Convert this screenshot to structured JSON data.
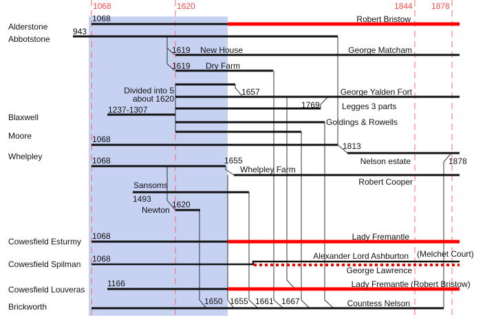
{
  "year_markers": [
    "1068",
    "1620",
    "1844",
    "1878"
  ],
  "rows": {
    "alderstone": "Alderstone",
    "abbotstone": "Abbotstone",
    "blaxwell": "Blaxwell",
    "moore": "Moore",
    "whelpley": "Whelpley",
    "esturmy": "Cowesfield Esturmy",
    "spilman": "Cowesfield Spilman",
    "louveras": "Cowesfield Louveras",
    "brickworth": "Brickworth"
  },
  "labels": {
    "alderstone_start": "1068",
    "robert_bristow": "Robert Bristow",
    "abbotstone_start": "943",
    "new_house_year": "1619",
    "new_house": "New House",
    "george_matcham": "George Matcham",
    "dry_farm_year": "1619",
    "dry_farm": "Dry Farm",
    "divided_1": "Divided into 5",
    "divided_2": "about 1620",
    "blaxwell_years": "1237-1307",
    "y1657": "1657",
    "george_yalden_fort": "George Yalden Fort",
    "y1769": "1769",
    "legges": "Legges 3 parts",
    "goldings": "Goldings & Rowells",
    "moore_start": "1068",
    "y1813": "1813",
    "nelson_estate": "Nelson estate",
    "y1878": "1878",
    "whelpley_start": "1068",
    "y1655_top": "1655",
    "whelpley_farm": "Whelpley Farm",
    "robert_cooper": "Robert Cooper",
    "sansoms": "Sansoms",
    "y1493": "1493",
    "y1620": "1620",
    "newton": "Newton",
    "esturmy_start": "1068",
    "lady_fremantle_1": "Lady Fremantle",
    "alexander": "Alexander Lord Ashburton",
    "melchet": "(Melchet Court)",
    "spilman_start": "1068",
    "george_lawrence": "George Lawrence",
    "louveras_start": "1166",
    "lady_fremantle_2": "Lady Fremantle",
    "robert_bristow_2": "(Robert Bristow)",
    "y1650": "1650",
    "y1655": "1655",
    "y1661": "1661",
    "y1667": "1667",
    "countess_nelson": "Countess Nelson"
  },
  "colors": {
    "highlight": "#c7d1f2",
    "owned_red": "#ff0000",
    "marker": "#ff6666"
  }
}
